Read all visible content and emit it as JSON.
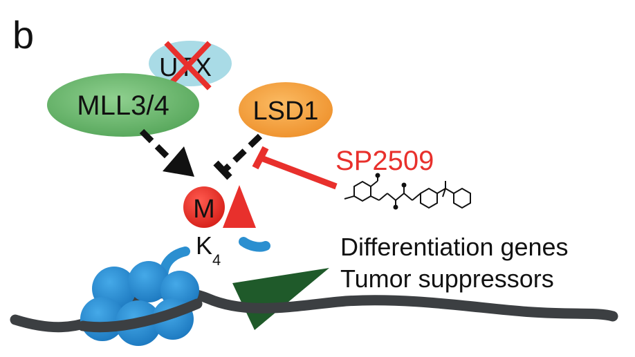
{
  "panel_label": "b",
  "proteins": {
    "utx": "UTX",
    "mll": "MLL3/4",
    "lsd1": "LSD1"
  },
  "inhibitor": {
    "name": "SP2509",
    "structure_icon": "chemical-structure-icon"
  },
  "histone_mark": {
    "methyl": "M",
    "lysine": "K",
    "lysine_position": "4"
  },
  "target_genes": {
    "line1": "Differentiation genes",
    "line2": "Tumor suppressors"
  },
  "colors": {
    "mll_green": "#78c07a",
    "utx_blue": "#a9dbe6",
    "lsd1_orange": "#f6a74a",
    "inhibitor_red": "#e8302c",
    "histone_blue": "#2b8fd0",
    "dna_dark": "#3c3f42",
    "promoter_green": "#1f5a2a"
  }
}
